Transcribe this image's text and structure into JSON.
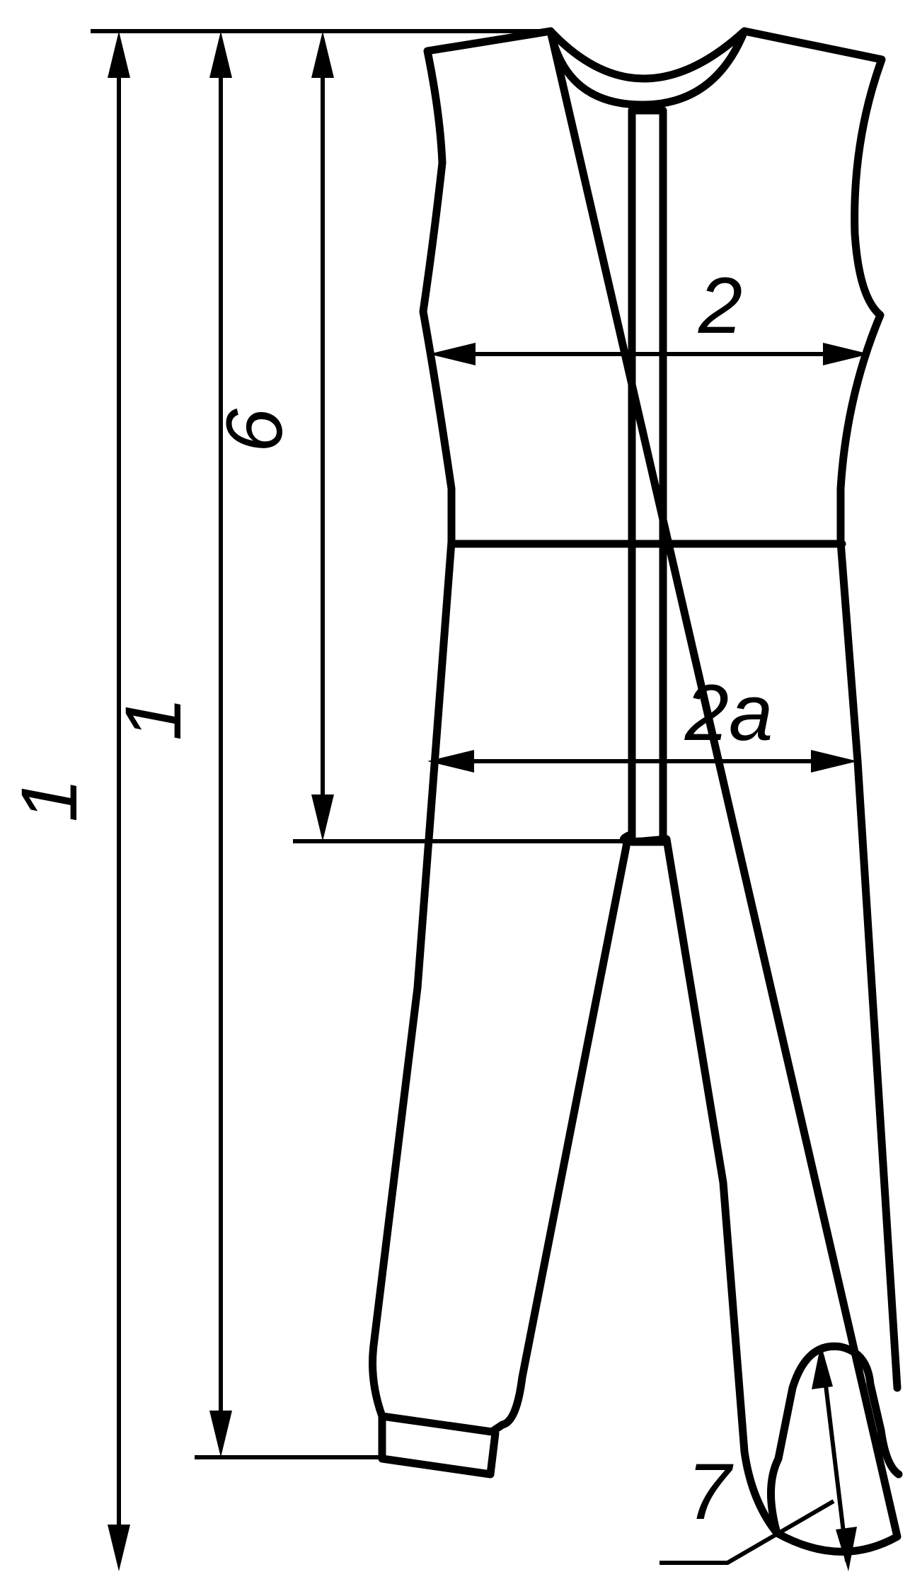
{
  "labels": {
    "overall_length": "1",
    "length_to_cuff": "1",
    "torso_length": "6",
    "chest_width": "2",
    "hip_width": "2a",
    "foot_loop": "7"
  },
  "colors": {
    "line": "#000000",
    "background": "#ffffff"
  }
}
